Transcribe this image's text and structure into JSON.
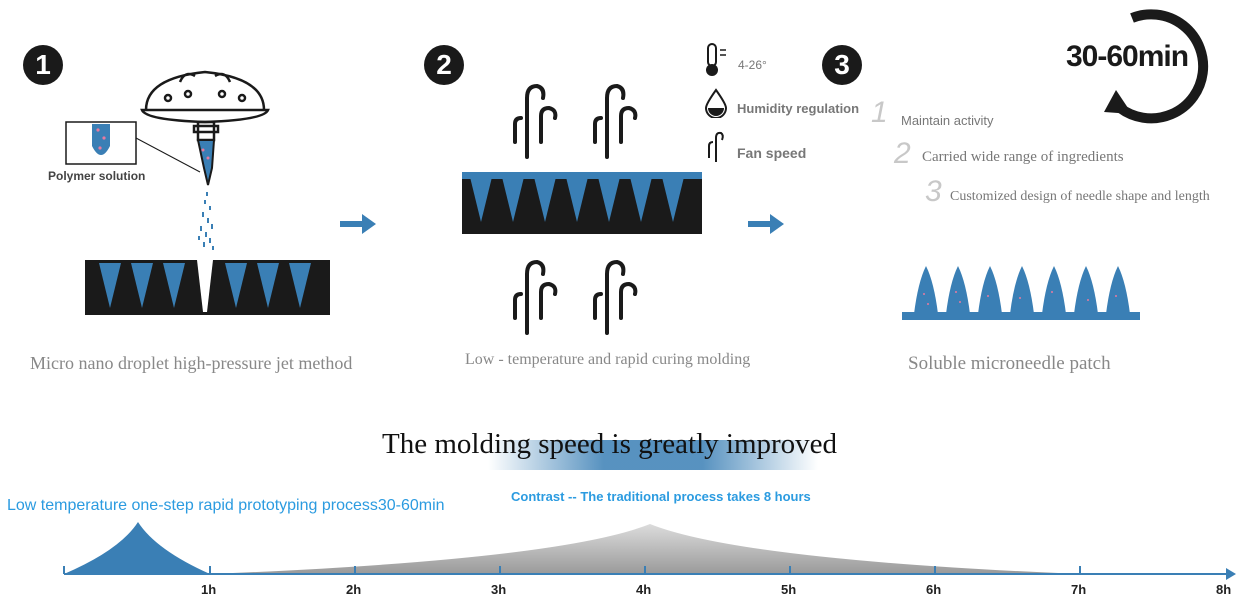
{
  "steps": [
    {
      "number": "1",
      "caption": "Micro nano droplet high-pressure jet method",
      "inset_label": "Polymer solution"
    },
    {
      "number": "2",
      "caption": "Low - temperature and rapid curing molding"
    },
    {
      "number": "3",
      "caption": "Soluble microneedle patch"
    }
  ],
  "conditions": [
    {
      "icon": "thermometer-icon",
      "label": "4-26°"
    },
    {
      "icon": "water-drop-icon",
      "label": "Humidity regulation"
    },
    {
      "icon": "wind-icon",
      "label": "Fan speed"
    }
  ],
  "duration_badge": "30-60min",
  "benefits": [
    {
      "num": "1",
      "text": "Maintain activity"
    },
    {
      "num": "2",
      "text": "Carried wide range of ingredients"
    },
    {
      "num": "3",
      "text": "Customized design of needle shape and length"
    }
  ],
  "headline": "The molding speed is greatly improved",
  "legend_new": "Low temperature one-step rapid prototyping process30-60min",
  "legend_traditional": "Contrast -- The traditional process takes 8 hours",
  "timeline_ticks": [
    "1h",
    "2h",
    "3h",
    "4h",
    "5h",
    "6h",
    "7h",
    "8h"
  ],
  "colors": {
    "accent": "#3a7fb5",
    "dark": "#1a1a1a",
    "light_blue": "#2b9be0",
    "grey": "#888888"
  }
}
